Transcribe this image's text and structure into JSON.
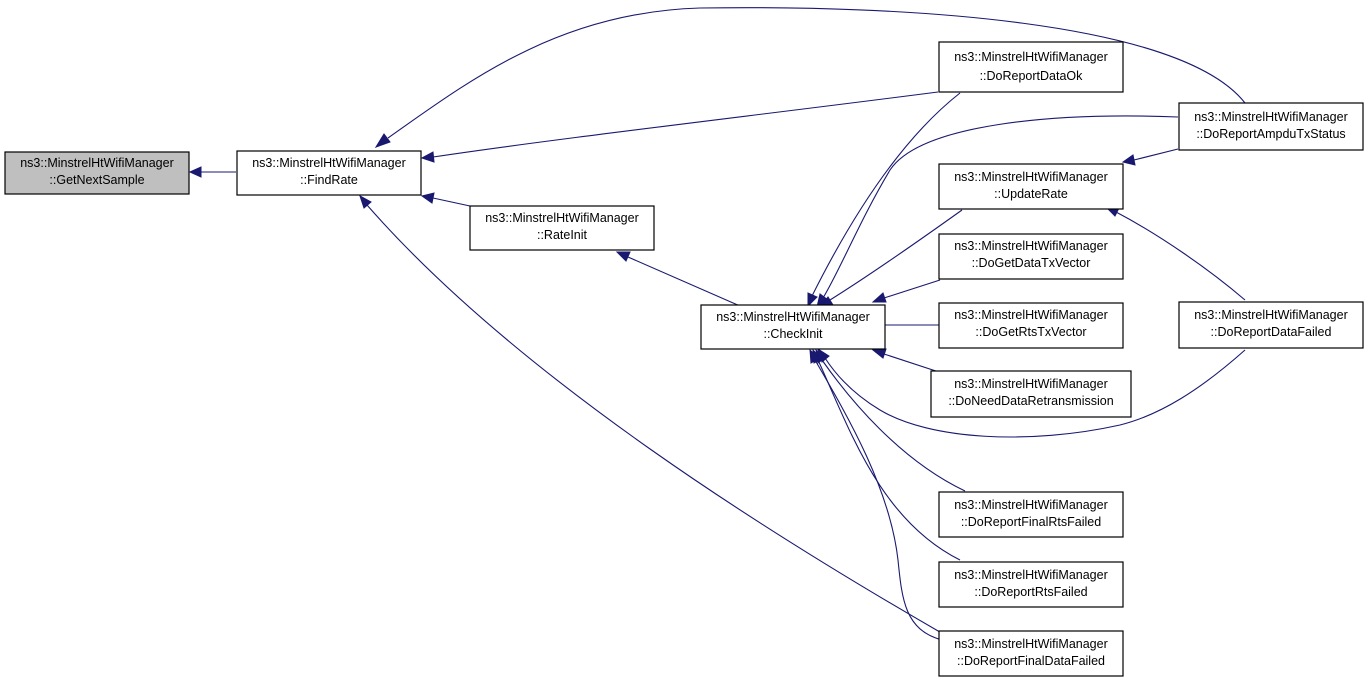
{
  "graph": {
    "nodes": [
      {
        "id": "getnextsample",
        "line1": "ns3::MinstrelHtWifiManager",
        "line2": "::GetNextSample",
        "current": true
      },
      {
        "id": "findrate",
        "line1": "ns3::MinstrelHtWifiManager",
        "line2": "::FindRate"
      },
      {
        "id": "rateinit",
        "line1": "ns3::MinstrelHtWifiManager",
        "line2": "::RateInit"
      },
      {
        "id": "checkinit",
        "line1": "ns3::MinstrelHtWifiManager",
        "line2": "::CheckInit"
      },
      {
        "id": "doreportdataok",
        "line1": "ns3::MinstrelHtWifiManager",
        "line2": "::DoReportDataOk"
      },
      {
        "id": "updaterate",
        "line1": "ns3::MinstrelHtWifiManager",
        "line2": "::UpdateRate"
      },
      {
        "id": "dogetdatatxvector",
        "line1": "ns3::MinstrelHtWifiManager",
        "line2": "::DoGetDataTxVector"
      },
      {
        "id": "dogetrtstxvector",
        "line1": "ns3::MinstrelHtWifiManager",
        "line2": "::DoGetRtsTxVector"
      },
      {
        "id": "doneeddataretransmission",
        "line1": "ns3::MinstrelHtWifiManager",
        "line2": "::DoNeedDataRetransmission"
      },
      {
        "id": "doreportfinalrtsfailed",
        "line1": "ns3::MinstrelHtWifiManager",
        "line2": "::DoReportFinalRtsFailed"
      },
      {
        "id": "doreportrtsfailed",
        "line1": "ns3::MinstrelHtWifiManager",
        "line2": "::DoReportRtsFailed"
      },
      {
        "id": "doreportfinaldatafailed",
        "line1": "ns3::MinstrelHtWifiManager",
        "line2": "::DoReportFinalDataFailed"
      },
      {
        "id": "doreportampdutxstatus",
        "line1": "ns3::MinstrelHtWifiManager",
        "line2": "::DoReportAmpduTxStatus"
      },
      {
        "id": "doreportdatafailed",
        "line1": "ns3::MinstrelHtWifiManager",
        "line2": "::DoReportDataFailed"
      }
    ],
    "edges": [
      {
        "from": "findrate",
        "to": "getnextsample"
      },
      {
        "from": "rateinit",
        "to": "findrate"
      },
      {
        "from": "doreportampdutxstatus",
        "to": "findrate"
      },
      {
        "from": "doreportdataok",
        "to": "findrate"
      },
      {
        "from": "doreportfinaldatafailed",
        "to": "findrate"
      },
      {
        "from": "checkinit",
        "to": "rateinit"
      },
      {
        "from": "doreportdataok",
        "to": "checkinit"
      },
      {
        "from": "doreportampdutxstatus",
        "to": "checkinit"
      },
      {
        "from": "updaterate",
        "to": "checkinit"
      },
      {
        "from": "dogetdatatxvector",
        "to": "checkinit"
      },
      {
        "from": "dogetrtstxvector",
        "to": "checkinit"
      },
      {
        "from": "doneeddataretransmission",
        "to": "checkinit"
      },
      {
        "from": "doreportdatafailed",
        "to": "checkinit"
      },
      {
        "from": "doreportfinalrtsfailed",
        "to": "checkinit"
      },
      {
        "from": "doreportrtsfailed",
        "to": "checkinit"
      },
      {
        "from": "doreportfinaldatafailed",
        "to": "checkinit"
      },
      {
        "from": "doreportampdutxstatus",
        "to": "updaterate"
      },
      {
        "from": "doreportdatafailed",
        "to": "updaterate"
      }
    ]
  }
}
